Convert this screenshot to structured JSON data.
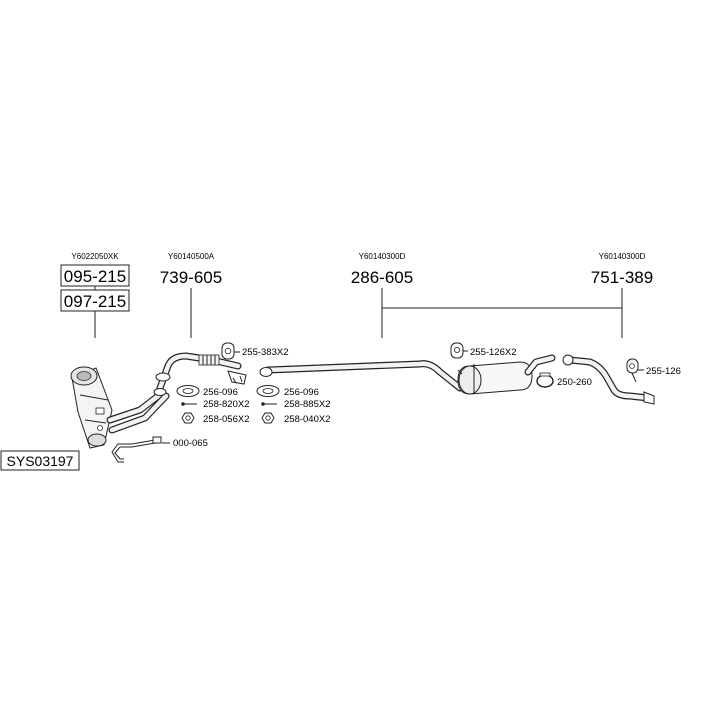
{
  "system_code": "SYS03197",
  "groups": {
    "front": {
      "oem": "Y6022050XK",
      "parts": [
        "095-215",
        "097-215"
      ]
    },
    "downpipe": {
      "oem": "Y60140500A",
      "part": "739-605"
    },
    "middle": {
      "oem": "Y60140300D",
      "part": "286-605"
    },
    "rear": {
      "oem": "Y60140300D",
      "part": "751-389"
    }
  },
  "callouts": {
    "c1": "255-383X2",
    "c2": "256-096",
    "c3": "258-820X2",
    "c4": "258-056X2",
    "c5": "256-096",
    "c6": "258-885X2",
    "c7": "258-040X2",
    "c8": "000-065",
    "c9": "255-126X2",
    "c10": "250-260",
    "c11": "255-126"
  }
}
